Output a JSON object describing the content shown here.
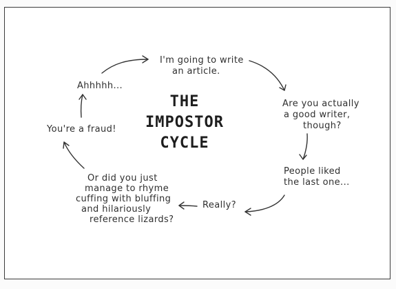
{
  "title": {
    "line1": "THE",
    "line2": "IMPOSTOR",
    "line3": "CYCLE"
  },
  "steps": [
    {
      "lines": [
        "I'm going to write",
        "an article."
      ]
    },
    {
      "lines": [
        "Are you actually",
        "a good writer,",
        "though?"
      ]
    },
    {
      "lines": [
        "People liked",
        "the last one..."
      ]
    },
    {
      "lines": [
        "Really?"
      ]
    },
    {
      "lines": [
        "Or did you just",
        "manage to rhyme",
        "cuffing with bluffing",
        "and hilariously",
        "reference lizards?"
      ]
    },
    {
      "lines": [
        "You're a fraud!"
      ]
    },
    {
      "lines": [
        "Ahhhhh..."
      ]
    }
  ],
  "colors": {
    "ink": "#2f2f2f",
    "frame": "#3a3a3a",
    "paper": "#ffffff"
  }
}
